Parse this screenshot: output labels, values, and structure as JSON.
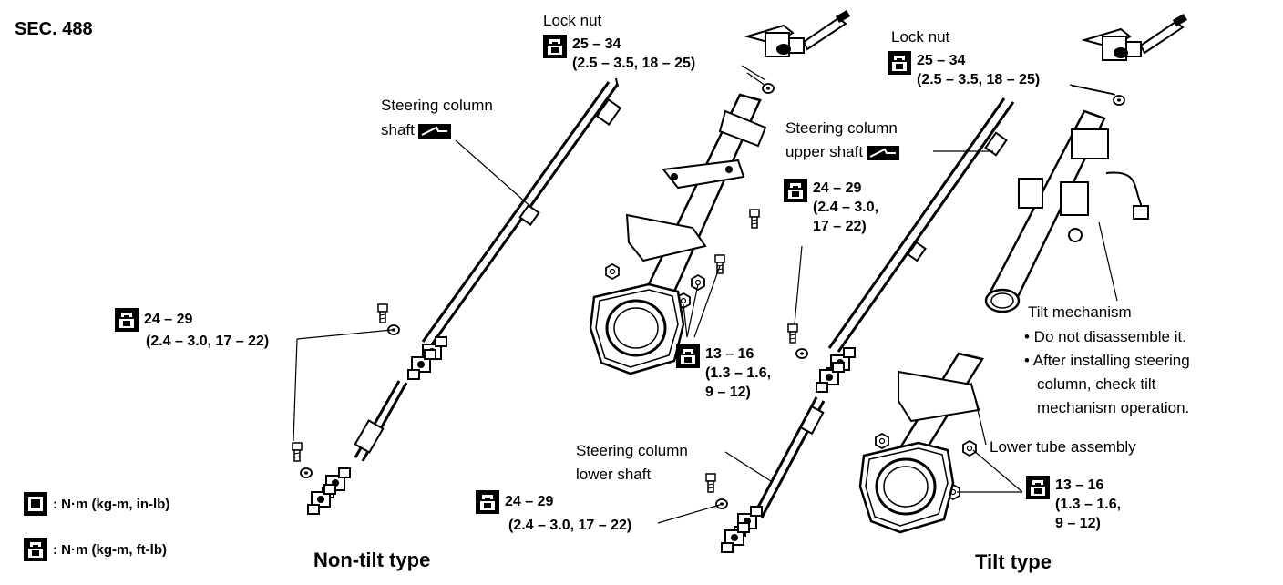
{
  "sec": "SEC. 488",
  "non_tilt": {
    "title": "Non-tilt type",
    "lock_nut": "Lock nut",
    "lock_nut_torque": [
      "25 – 34",
      "(2.5 – 3.5, 18 – 25)"
    ],
    "shaft_label": [
      "Steering column",
      "shaft"
    ],
    "torque_joint": [
      "24 – 29",
      "(2.4 – 3.0, 17 – 22)"
    ],
    "torque_bracket": [
      "13 – 16",
      "(1.3 – 1.6,",
      "9 – 12)"
    ]
  },
  "tilt": {
    "title": "Tilt type",
    "lock_nut": "Lock nut",
    "lock_nut_torque": [
      "25 – 34",
      "(2.5 – 3.5, 18 – 25)"
    ],
    "upper_shaft": [
      "Steering column",
      "upper shaft"
    ],
    "torque_upper": [
      "24 – 29",
      "(2.4 – 3.0,",
      "17 – 22)"
    ],
    "lower_shaft": [
      "Steering column",
      "lower shaft"
    ],
    "torque_lower": [
      "24 – 29",
      "(2.4 – 3.0, 17 – 22)"
    ],
    "tilt_mechanism": "Tilt mechanism",
    "notes": [
      "• Do not disassemble it.",
      "• After installing steering",
      "column, check tilt",
      "mechanism operation."
    ],
    "lower_tube": "Lower tube assembly",
    "torque_bracket": [
      "13 – 16",
      "(1.3 – 1.6,",
      "9 – 12)"
    ]
  },
  "legend": [
    {
      "icon": "torque-inlb-icon",
      "text": ": N·m (kg-m, in-lb)"
    },
    {
      "icon": "torque-ftlb-icon",
      "text": ": N·m (kg-m, ft-lb)"
    }
  ]
}
